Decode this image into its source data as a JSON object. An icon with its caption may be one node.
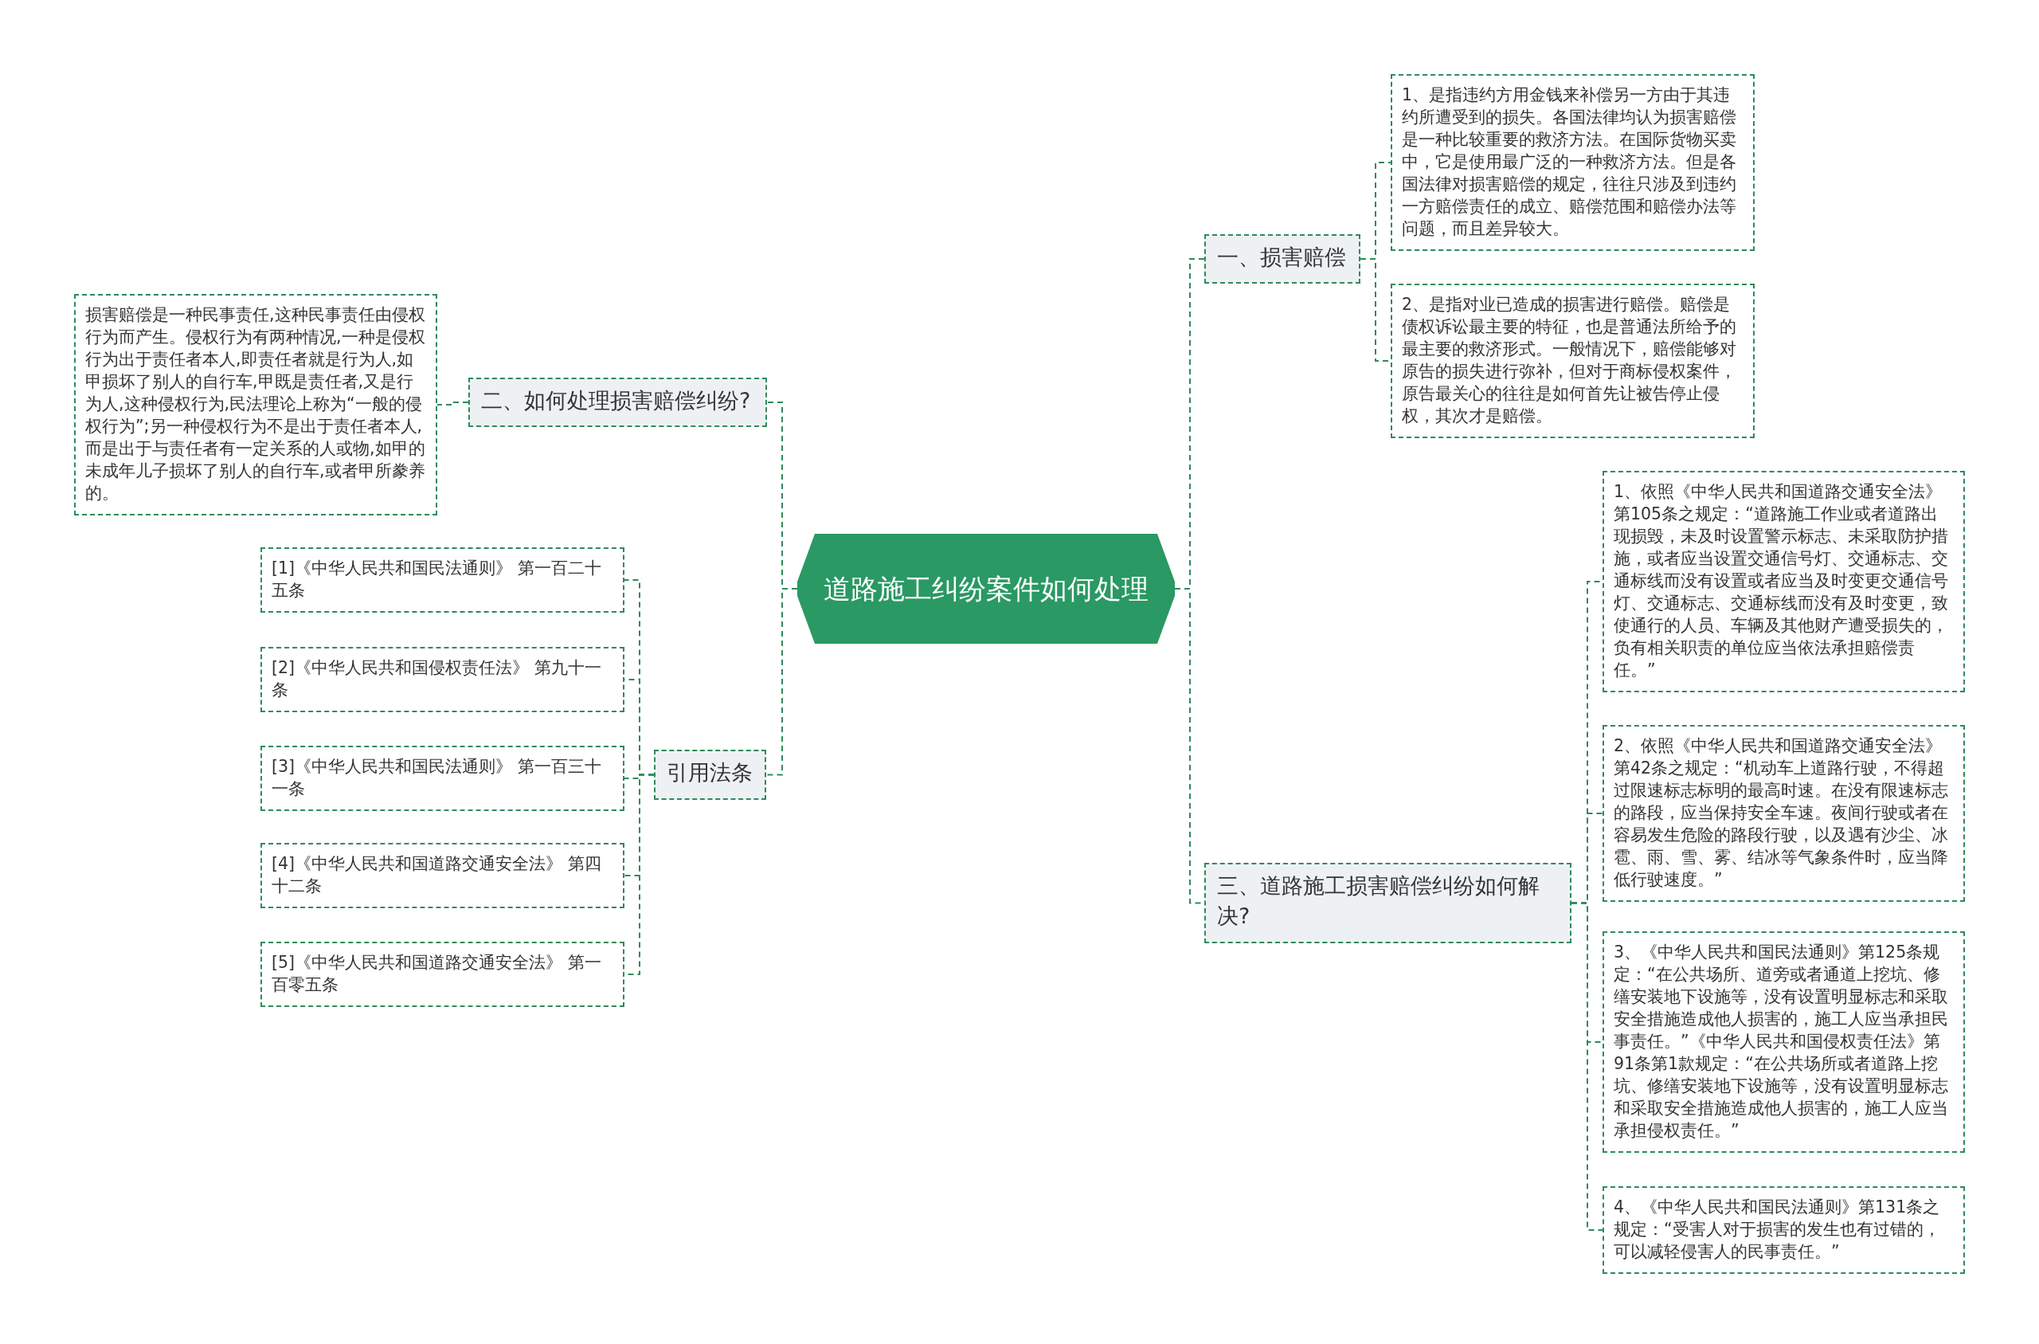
{
  "diagram": {
    "nodes": [
      {
        "text": [
          "道路施工纠纷案件如何处理"
        ]
      },
      {
        "text": [
          "二、如何处理损害赔偿纠纷?"
        ]
      },
      {
        "text": [
          "损害赔偿是一种民事责任,这种民事责任由侵权行为而产生。侵权行为有两种情况,一种是侵权行为出于责任者本人,即责任者就是行为人,如甲损坏了别人的自行车,甲既是责任者,又是行为人,这种侵权行为,民法理论上称为“一般的侵权行为”;另一种侵权行为不是出于责任者本人,而是出于与责任者有一定关系的人或物,如甲的未成年儿子损坏了别人的自行车,或者甲所豢养的。"
        ]
      },
      {
        "text": [
          "引用法条"
        ]
      },
      {
        "text": [
          "[1]《中华人民共和国民法通则》 第一百二十五条"
        ]
      },
      {
        "text": [
          "[2]《中华人民共和国侵权责任法》 第九十一条"
        ]
      },
      {
        "text": [
          "[3]《中华人民共和国民法通则》 第一百三十一条"
        ]
      },
      {
        "text": [
          "[4]《中华人民共和国道路交通安全法》 第四十二条"
        ]
      },
      {
        "text": [
          "[5]《中华人民共和国道路交通安全法》 第一百零五条"
        ]
      },
      {
        "text": [
          "一、损害赔偿"
        ]
      },
      {
        "text": [
          "1、是指违约方用金钱来补偿另一方由于其违约所遭受到的损失。各国法律均认为损害赔偿是一种比较重要的救济方法。在国际货物买卖中，它是使用最广泛的一种救济方法。但是各国法律对损害赔偿的规定，往往只涉及到违约一方赔偿责任的成立、赔偿范围和赔偿办法等问题，而且差异较大。"
        ]
      },
      {
        "text": [
          "2、是指对业已造成的损害进行赔偿。赔偿是债权诉讼最主要的特征，也是普通法所给予的最主要的救济形式。一般情况下，赔偿能够对原告的损失进行弥补，但对于商标侵权案件，原告最关心的往往是如何首先让被告停止侵权，其次才是赔偿。"
        ]
      },
      {
        "text": [
          "三、道路施工损害赔偿纠纷如何解决?"
        ]
      },
      {
        "text": [
          "1、依照《中华人民共和国道路交通安全法》第105条之规定：“道路施工作业或者道路出现损毁，未及时设置警示标志、未采取防护措施，或者应当设置交通信号灯、交通标志、交通标线而没有设置或者应当及时变更交通信号灯、交通标志、交通标线而没有及时变更，致使通行的人员、车辆及其他财产遭受损失的，负有相关职责的单位应当依法承担赔偿责任。”"
        ]
      },
      {
        "text": [
          "2、依照《中华人民共和国道路交通安全法》第42条之规定：“机动车上道路行驶，不得超过限速标志标明的最高时速。在没有限速标志的路段，应当保持安全车速。夜间行驶或者在容易发生危险的路段行驶，以及遇有沙尘、冰雹、雨、雪、雾、结冰等气象条件时，应当降低行驶速度。”"
        ]
      },
      {
        "text": [
          "3、《中华人民共和国民法通则》第125条规定：“在公共场所、道旁或者通道上挖坑、修缮安装地下设施等，没有设置明显标志和采取安全措施造成他人损害的，施工人应当承担民事责任。”《中华人民共和国侵权责任法》第91条第1款规定：“在公共场所或者道路上挖坑、修缮安装地下设施等，没有设置明显标志和采取安全措施造成他人损害的，施工人应当承担侵权责任。”"
        ]
      },
      {
        "text": [
          "4、《中华人民共和国民法通则》第131条之规定：“受害人对于损害的发生也有过错的，可以减轻侵害人的民事责任。”"
        ]
      }
    ],
    "edges": [
      {
        "from": 0,
        "to": 1,
        "arrow": "none"
      },
      {
        "from": 1,
        "to": 2,
        "arrow": "none"
      },
      {
        "from": 0,
        "to": 3,
        "arrow": "none"
      },
      {
        "from": 3,
        "to": 4,
        "arrow": "none"
      },
      {
        "from": 3,
        "to": 5,
        "arrow": "none"
      },
      {
        "from": 3,
        "to": 6,
        "arrow": "none"
      },
      {
        "from": 3,
        "to": 7,
        "arrow": "none"
      },
      {
        "from": 3,
        "to": 8,
        "arrow": "none"
      },
      {
        "from": 0,
        "to": 9,
        "arrow": "none"
      },
      {
        "from": 9,
        "to": 10,
        "arrow": "none"
      },
      {
        "from": 9,
        "to": 11,
        "arrow": "none"
      },
      {
        "from": 0,
        "to": 12,
        "arrow": "none"
      },
      {
        "from": 12,
        "to": 13,
        "arrow": "none"
      },
      {
        "from": 12,
        "to": 14,
        "arrow": "none"
      },
      {
        "from": 12,
        "to": 15,
        "arrow": "none"
      },
      {
        "from": 12,
        "to": 16,
        "arrow": "none"
      }
    ]
  }
}
